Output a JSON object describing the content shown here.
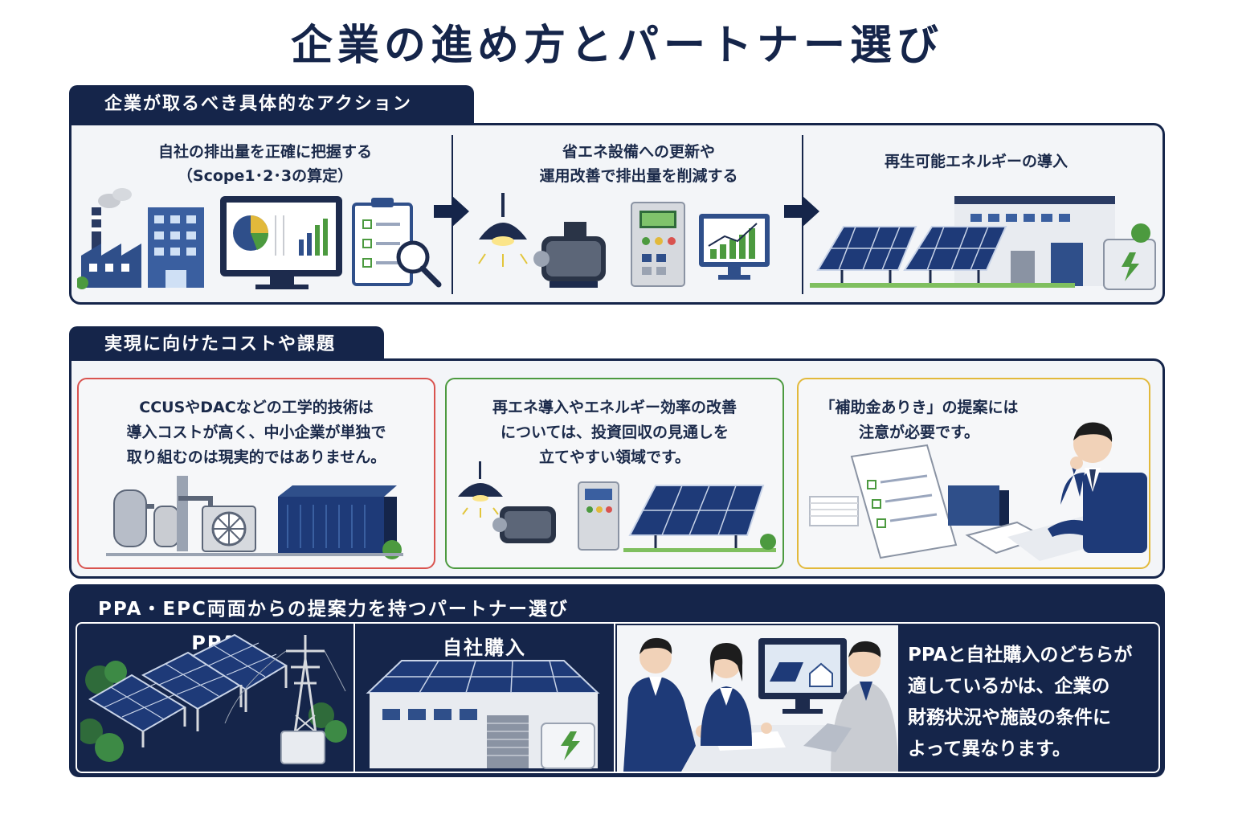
{
  "title": "企業の進め方とパートナー選び",
  "colors": {
    "navy": "#15254a",
    "accent_red": "#d9534f",
    "accent_green": "#4c9a3f",
    "accent_yellow": "#e2b93b",
    "panel_bg": "#f3f5f8"
  },
  "section1": {
    "tab": "企業が取るべき具体的なアクション",
    "steps": [
      {
        "line1": "自社の排出量を正確に把握する",
        "line2": "（Scope1･2･3の算定）"
      },
      {
        "line1": "省エネ設備への更新や",
        "line2": "運用改善で排出量を削減する"
      },
      {
        "line1": "再生可能エネルギーの導入",
        "line2": ""
      }
    ]
  },
  "section2": {
    "tab": "実現に向けたコストや課題",
    "cards": [
      {
        "lines": [
          "CCUSやDACなどの工学的技術は",
          "導入コストが高く、中小企業が単独で",
          "取り組むのは現実的ではありません。"
        ]
      },
      {
        "lines": [
          "再エネ導入やエネルギー効率の改善",
          "については、投資回収の見通しを",
          "立てやすい領域です。"
        ]
      },
      {
        "lines": [
          "「補助金ありき」の提案には",
          "注意が必要です。"
        ]
      }
    ]
  },
  "section3": {
    "title": "PPA・EPC両面からの提案力を持つパートナー選び",
    "ppa_label": "PPA",
    "self_label": "自社購入",
    "conclusion": [
      "PPAと自社購入のどちらが",
      "適しているかは、企業の",
      "財務状況や施設の条件に",
      "よって異なります。"
    ]
  }
}
